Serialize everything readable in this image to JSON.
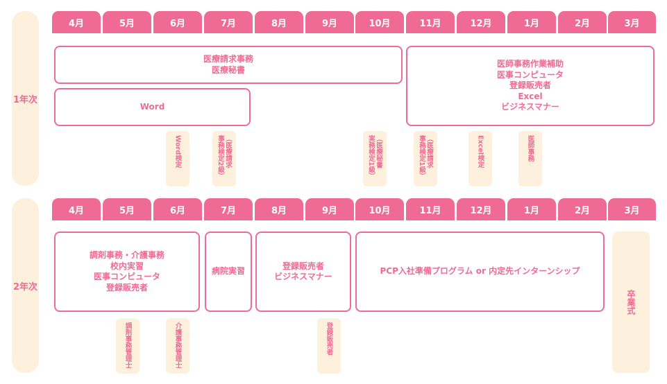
{
  "months": [
    "4月",
    "5月",
    "6月",
    "7月",
    "8月",
    "9月",
    "10月",
    "11月",
    "12月",
    "1月",
    "2月",
    "3月"
  ],
  "year1": {
    "label": "1年次",
    "boxes": [
      {
        "lines": [
          "医療請求事務",
          "医療秘書"
        ]
      },
      {
        "lines": [
          "医師事務作業補助",
          "医事コンピュータ",
          "登録販売者",
          "Excel",
          "ビジネスマナー"
        ]
      },
      {
        "lines": [
          "Word"
        ]
      }
    ],
    "exams": [
      "Word検定",
      "（医療請求\n事務検定2級）",
      "（医療秘書\n実務検定1級）",
      "（医療請求\n事務検定1級）",
      "Excel検定",
      "医師事務"
    ]
  },
  "year2": {
    "label": "2年次",
    "boxes": [
      {
        "lines": [
          "調剤事務・介護事務",
          "校内実習",
          "医事コンピュータ",
          "登録販売者"
        ]
      },
      {
        "lines": [
          "病院実習"
        ]
      },
      {
        "lines": [
          "登録販売者",
          "ビジネスマナー"
        ]
      },
      {
        "lines": [
          "PCP入社準備プログラム or 内定先インターンシップ"
        ]
      }
    ],
    "exams": [
      "調剤事務管理士",
      "介護事務管理士",
      "登録販売者"
    ],
    "graduation": "卒業式"
  }
}
